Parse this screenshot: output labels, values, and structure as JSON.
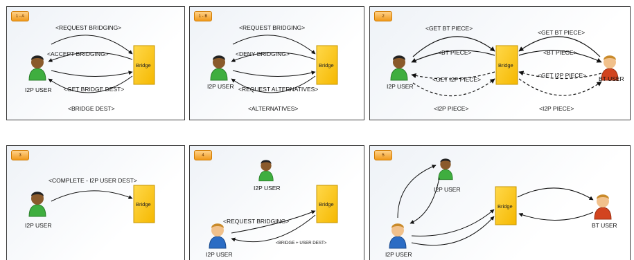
{
  "colors": {
    "bridge_fill": "#ffc800",
    "bridge_stroke": "#c69500",
    "badge": "#f5a623",
    "i2p_user_shirt": "#3fae3f",
    "bt_user_shirt": "#d2441f",
    "i2p_user_alt_shirt": "#2b6cc4"
  },
  "bridge_label": "Bridge",
  "panels": [
    {
      "badge": "1 - A",
      "users": [
        {
          "label": "I2P USER",
          "icon": "green-user-icon"
        }
      ],
      "messages": [
        "<REQUEST BRIDGING>",
        "<ACCEPT BRIDGING>",
        "<GET BRIDGE DEST>",
        "<BRIDGE DEST>"
      ]
    },
    {
      "badge": "1 - B",
      "users": [
        {
          "label": "I2P USER",
          "icon": "green-user-icon"
        }
      ],
      "messages": [
        "<REQUEST BRIDGING>",
        "<DENY BRIDGING>",
        "<REQUEST ALTERNATIVES>",
        "<ALTERNATIVES>"
      ]
    },
    {
      "badge": "2",
      "users": [
        {
          "label": "I2P USER",
          "icon": "green-user-icon"
        },
        {
          "label": "BT USER",
          "icon": "red-user-icon"
        }
      ],
      "messages": [
        "<GET BT PIECE>",
        "<BT PIECE>",
        "<GET I2P PIECE>",
        "<I2P PIECE>",
        "<GET BT PIECE>",
        "<BT PIECE>",
        "<GET I2P PIECE>",
        "<I2P PIECE>"
      ]
    },
    {
      "badge": "3",
      "users": [
        {
          "label": "I2P USER",
          "icon": "green-user-icon"
        }
      ],
      "messages": [
        "<COMPLETE - I2P USER DEST>"
      ]
    },
    {
      "badge": "4",
      "users": [
        {
          "label": "I2P USER",
          "icon": "green-user-icon"
        },
        {
          "label": "I2P USER",
          "icon": "blue-user-icon"
        }
      ],
      "messages": [
        "<REQUEST BRIDGING>",
        "<BRIDGE + USER DEST>"
      ]
    },
    {
      "badge": "5",
      "users": [
        {
          "label": "I2P USER",
          "icon": "green-user-icon"
        },
        {
          "label": "BT USER",
          "icon": "red-user-icon"
        },
        {
          "label": "I2P USER",
          "icon": "blue-user-icon"
        }
      ],
      "messages": []
    }
  ]
}
